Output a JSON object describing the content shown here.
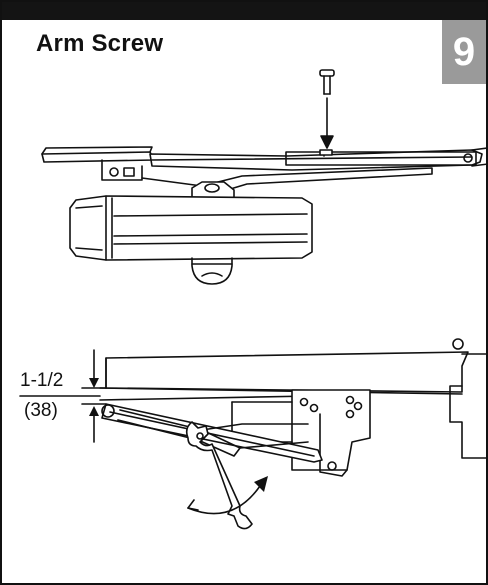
{
  "step": {
    "title": "Arm Screw",
    "number": "9"
  },
  "dimension": {
    "inches": "1-1/2",
    "mm": "(38)"
  },
  "colors": {
    "stroke": "#111111",
    "badge": "#9a9a9a",
    "topbar": "#141414"
  }
}
